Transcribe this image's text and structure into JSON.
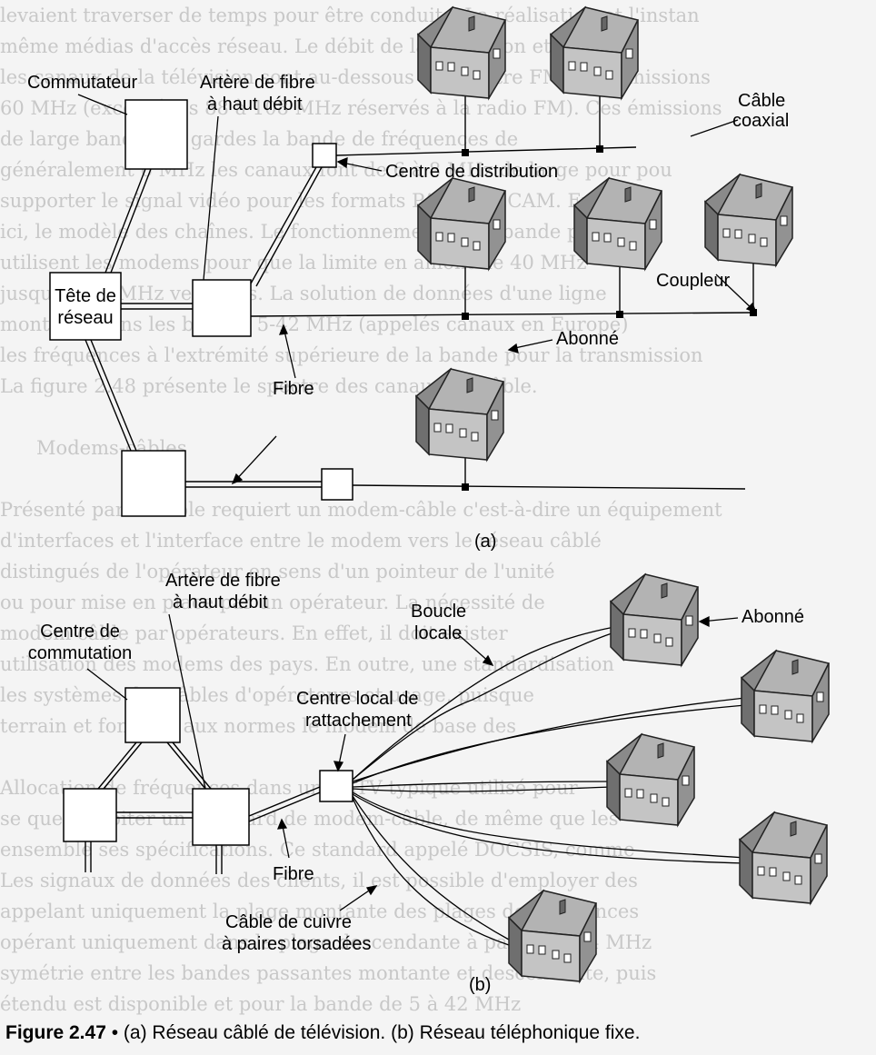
{
  "labels": {
    "a": {
      "commutateur": "Commutateur",
      "artere_line1": "Artère de fibre",
      "artere_line2": "à haut débit",
      "cable_coaxial_line1": "Câble",
      "cable_coaxial_line2": "coaxial",
      "centre_distribution": "Centre de distribution",
      "tete_reseau_line1": "Tête de",
      "tete_reseau_line2": "réseau",
      "coupleur": "Coupleur",
      "abonne": "Abonné",
      "fibre": "Fibre",
      "panel_label": "(a)"
    },
    "b": {
      "artere_line1": "Artère de fibre",
      "artere_line2": "à haut débit",
      "centre_commutation_line1": "Centre de",
      "centre_commutation_line2": "commutation",
      "boucle_line1": "Boucle",
      "boucle_line2": "locale",
      "abonne": "Abonné",
      "centre_local_line1": "Centre local de",
      "centre_local_line2": "rattachement",
      "fibre": "Fibre",
      "cable_cuivre_line1": "Câble de cuivre",
      "cable_cuivre_line2": "à paires torsadées",
      "panel_label": "(b)"
    }
  },
  "caption": {
    "figure": "Figure 2.47",
    "text": "(a) Réseau câblé de télévision. (b) Réseau téléphonique fixe."
  }
}
